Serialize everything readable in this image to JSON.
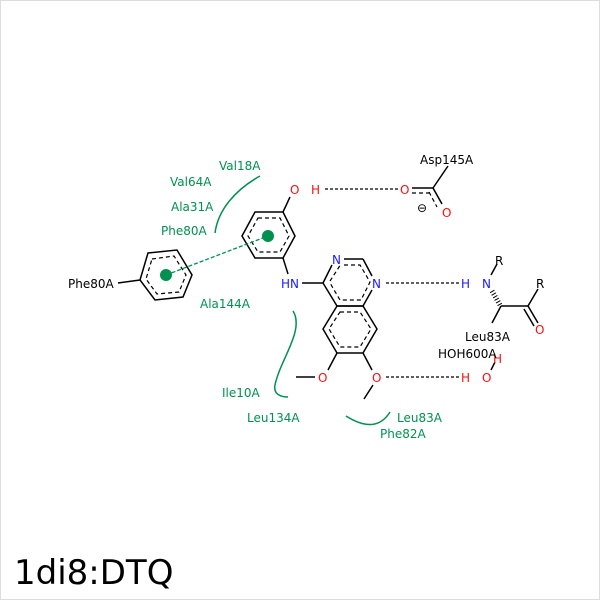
{
  "title": "1di8:DTQ",
  "colors": {
    "hydrophobic": "#009150",
    "oxygen": "#ff0d0d",
    "nitrogen": "#1a1aff",
    "bond": "#000000"
  },
  "hydrophobic_labels": [
    "Val18A",
    "Val64A",
    "Ala31A",
    "Phe80A",
    "Ala144A",
    "Ile10A",
    "Leu134A",
    "Leu83A",
    "Phe82A"
  ],
  "residues": {
    "asp": "Asp145A",
    "leu": "Leu83A",
    "water": "HOH600A",
    "phe": "Phe80A"
  },
  "atoms": {
    "O": "O",
    "H": "H",
    "N": "N",
    "HN": "HN",
    "R": "R",
    "minus": "⊖"
  }
}
